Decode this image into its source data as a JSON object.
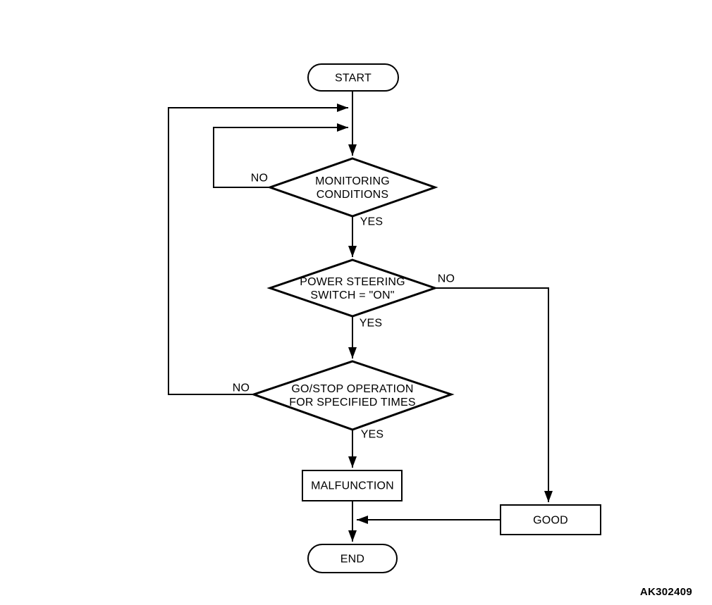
{
  "code": "AK302409",
  "nodes": {
    "start": {
      "label": "START",
      "type": "terminator"
    },
    "monitoring": {
      "line1": "MONITORING",
      "line2": "CONDITIONS",
      "type": "decision"
    },
    "power_steering": {
      "line1": "POWER STEERING",
      "line2": "SWITCH = \"ON\"",
      "type": "decision"
    },
    "go_stop": {
      "line1": "GO/STOP OPERATION",
      "line2": "FOR SPECIFIED TIMES",
      "type": "decision"
    },
    "malfunction": {
      "label": "MALFUNCTION",
      "type": "process"
    },
    "good": {
      "label": "GOOD",
      "type": "process"
    },
    "end": {
      "label": "END",
      "type": "terminator"
    }
  },
  "edge_labels": {
    "monitoring_no": "NO",
    "monitoring_yes": "YES",
    "power_steering_no": "NO",
    "power_steering_yes": "YES",
    "go_stop_no": "NO",
    "go_stop_yes": "YES"
  },
  "colors": {
    "line": "#000000",
    "background": "#ffffff",
    "text": "#000000"
  }
}
